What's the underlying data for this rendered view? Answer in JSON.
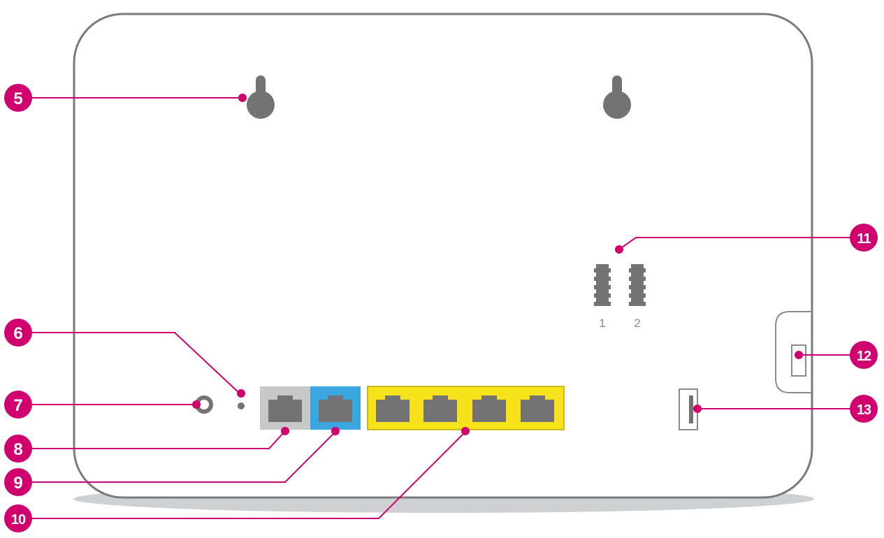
{
  "diagram": {
    "colors": {
      "accent": "#d0006f",
      "outline": "#7a7a7a",
      "slot": "#737373",
      "shadow": "#c7c8ca",
      "dsl_port": "#c8c8c8",
      "wan_port": "#3aa7e0",
      "lan_ports": "#f7e21b",
      "usb_outline": "#8a8a8a"
    },
    "callouts": [
      "5",
      "6",
      "7",
      "8",
      "9",
      "10",
      "11",
      "12",
      "13"
    ],
    "antenna_labels": [
      "1",
      "2"
    ]
  }
}
